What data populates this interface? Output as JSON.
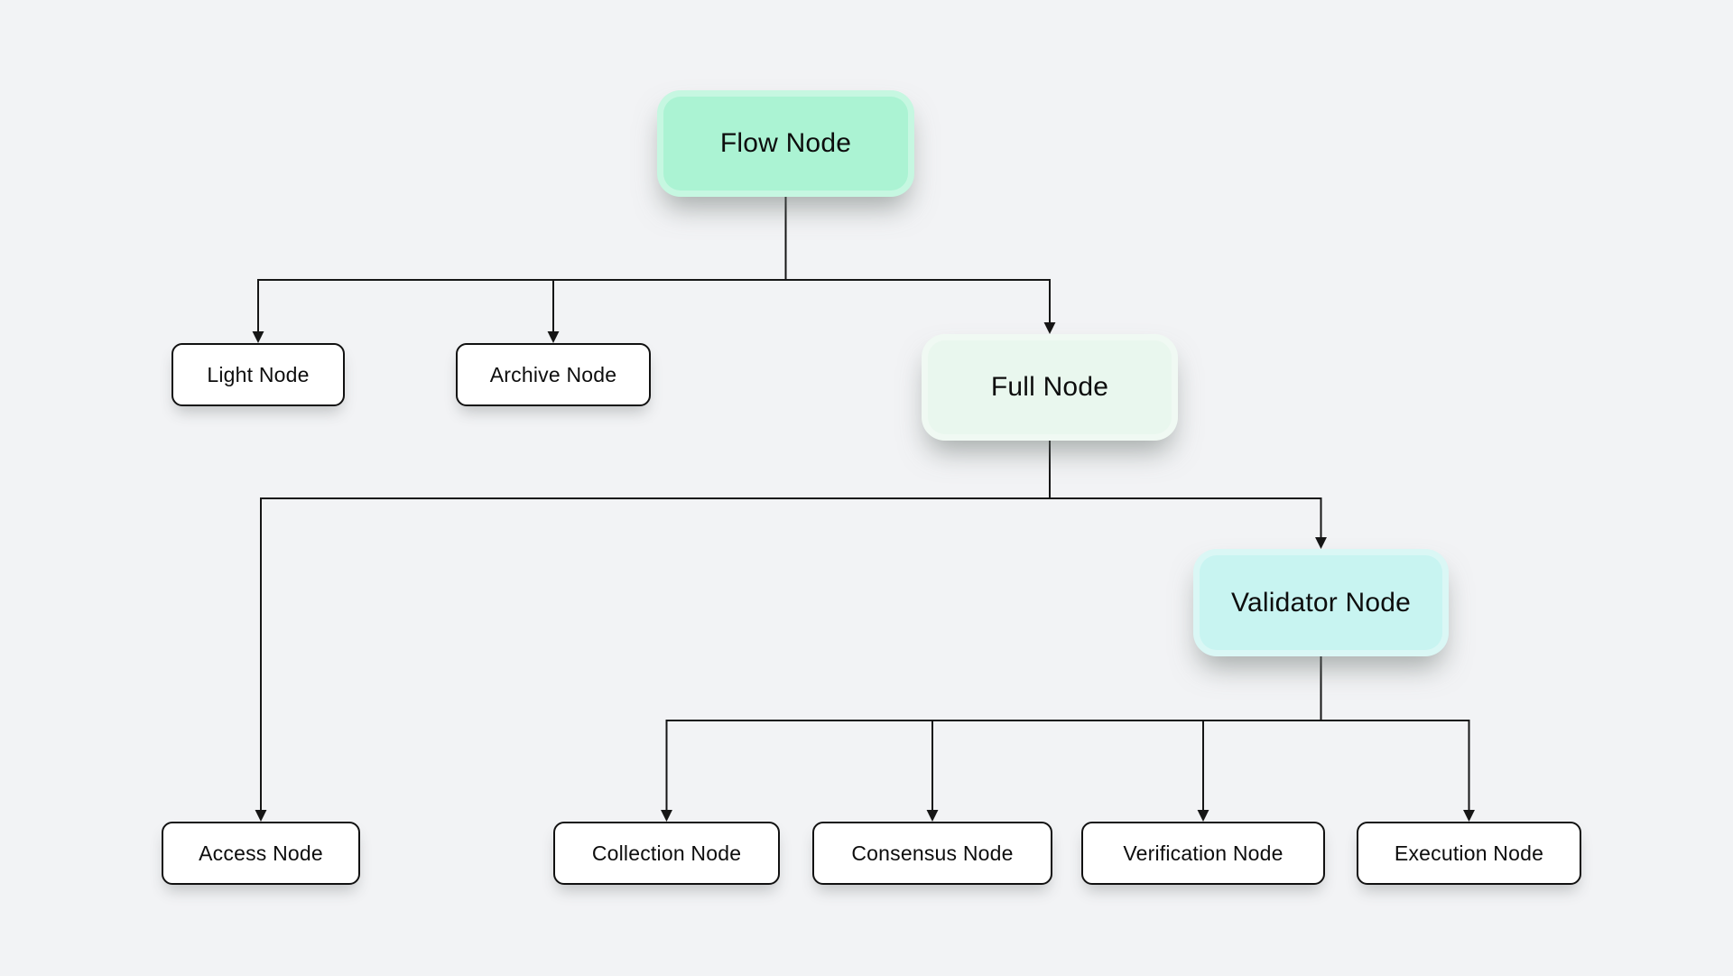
{
  "colors": {
    "background": "#f2f3f5",
    "edge": "#161616",
    "text": "#0d0d0d",
    "flow_fill": "#abf3d3",
    "full_fill": "#e9f7ee",
    "validator_fill": "#c8f4f1",
    "leaf_fill": "#ffffff",
    "leaf_border": "#111111"
  },
  "nodes": {
    "flow": {
      "label": "Flow Node"
    },
    "light": {
      "label": "Light Node"
    },
    "archive": {
      "label": "Archive Node"
    },
    "full": {
      "label": "Full Node"
    },
    "access": {
      "label": "Access Node"
    },
    "validator": {
      "label": "Validator Node"
    },
    "collection": {
      "label": "Collection Node"
    },
    "consensus": {
      "label": "Consensus Node"
    },
    "verification": {
      "label": "Verification Node"
    },
    "execution": {
      "label": "Execution Node"
    }
  },
  "edges": [
    {
      "from": "flow",
      "to": "light"
    },
    {
      "from": "flow",
      "to": "archive"
    },
    {
      "from": "flow",
      "to": "full"
    },
    {
      "from": "full",
      "to": "access"
    },
    {
      "from": "full",
      "to": "validator"
    },
    {
      "from": "validator",
      "to": "collection"
    },
    {
      "from": "validator",
      "to": "consensus"
    },
    {
      "from": "validator",
      "to": "verification"
    },
    {
      "from": "validator",
      "to": "execution"
    }
  ]
}
